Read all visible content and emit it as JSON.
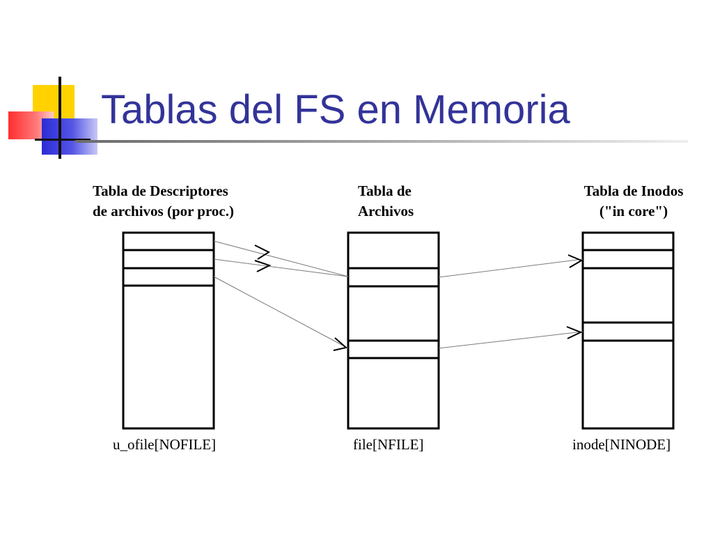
{
  "slide": {
    "title": "Tablas del FS en Memoria"
  },
  "tables": [
    {
      "id": "descriptores",
      "heading_lines": [
        "Tabla de Descriptores",
        "de archivos (por proc.)"
      ],
      "caption": "u_ofile[NOFILE]"
    },
    {
      "id": "archivos",
      "heading_lines": [
        "Tabla de",
        "Archivos"
      ],
      "caption": "file[NFILE]"
    },
    {
      "id": "inodos",
      "heading_lines": [
        "Tabla de Inodos",
        "(\"in core\")"
      ],
      "caption": "inode[NINODE]"
    }
  ],
  "colors": {
    "title": "#333399",
    "lines": "#000000",
    "arrows": "#7a7a7a"
  }
}
